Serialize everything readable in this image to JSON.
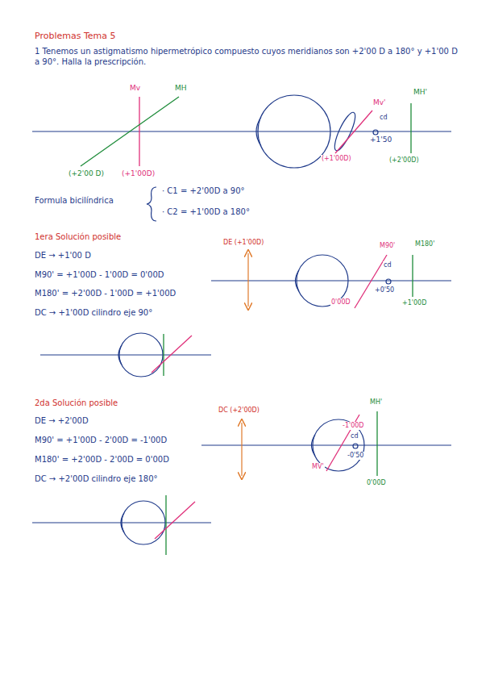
{
  "diagram": {
    "title": "Problemas Tema 5",
    "labels": [
      "1 Tenemos un astigmatismo hipermetrópico compuesto cuyos meridianos son +2'00 D a 180° y +1'00 D a 90°. Halla la prescripción.",
      "Mv",
      "MH",
      "(+2'00 D)",
      "(+1'00D)",
      "Mv'",
      "cd",
      "+1'50",
      "(+1'00D)",
      "MH'",
      "(+2'00D)",
      "Formula bicilíndrica",
      "· C1 = +2'00D a 90°",
      "· C2 = +1'00D a 180°",
      "1era Solución posible",
      "DE → +1'00 D",
      "M90' = +1'00D - 1'00D = 0'00D",
      "M180' = +2'00D - 1'00D = +1'00D",
      "DC → +1'00D cilindro eje 90°",
      "DE (+1'00D)",
      "M90'",
      "M180'",
      "cd",
      "+0'50",
      "0'00D",
      "+1'00D",
      "2da Solución posible",
      "DE → +2'00D",
      "M90' = +1'00D - 2'00D = -1'00D",
      "M180' = +2'00D - 2'00D = 0'00D",
      "DC → +2'00D cilindro eje 180°",
      "DC (+2'00D)",
      "MH'",
      "-1'00D",
      "cd",
      "-0'50",
      "MV'",
      "0'00D"
    ]
  }
}
